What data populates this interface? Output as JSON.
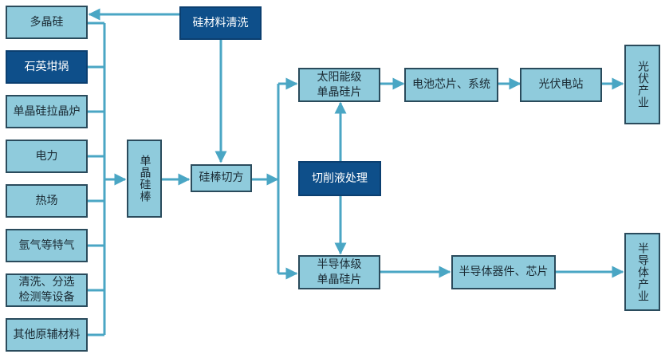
{
  "colors": {
    "light_box": "#8fcbdc",
    "dark_box": "#0e4f8a",
    "connector": "#4aa6c4",
    "border": "#2a4b5c"
  },
  "inputs": [
    {
      "id": "polysilicon",
      "label": "多晶硅",
      "style": "light"
    },
    {
      "id": "quartz-crucible",
      "label": "石英坩埚",
      "style": "dark"
    },
    {
      "id": "crystal-furnace",
      "label": "单晶硅拉晶炉",
      "style": "light"
    },
    {
      "id": "electricity",
      "label": "电力",
      "style": "light"
    },
    {
      "id": "thermal-field",
      "label": "热场",
      "style": "light"
    },
    {
      "id": "argon-gas",
      "label": "氩气等特气",
      "style": "light"
    },
    {
      "id": "cleaning-equipment",
      "label": "清洗、分选\n检测等设备",
      "style": "light"
    },
    {
      "id": "other-materials",
      "label": "其他原辅材料",
      "style": "light"
    }
  ],
  "nodes": {
    "silicon_cleaning": "硅材料清洗",
    "mono_ingot": "单晶硅棒",
    "ingot_squaring": "硅棒切方",
    "cutting_fluid": "切削液处理",
    "solar_wafer": "太阳能级\n单晶硅片",
    "semi_wafer": "半导体级\n单晶硅片",
    "cells_systems": "电池芯片、系统",
    "pv_station": "光伏电站",
    "pv_industry": "光伏产业",
    "semi_devices": "半导体器件、芯片",
    "semi_industry": "半导体产业"
  }
}
